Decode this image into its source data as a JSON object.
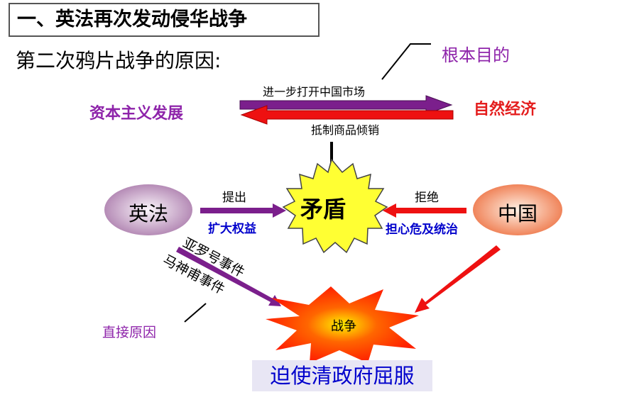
{
  "heading": "一、英法再次发动侵华战争",
  "subheading": "第二次鸦片战争的原因:",
  "root_purpose": "根本目的",
  "left_concept": "资本主义发展",
  "right_concept": "自然经济",
  "top_arrow_label": "进一步打开中国市场",
  "bottom_arrow_label": "抵制商品倾销",
  "center_label": "矛盾",
  "britain_france": {
    "node": "英法",
    "action": "提出",
    "goal": "扩大权益"
  },
  "china": {
    "node": "中国",
    "action": "拒绝",
    "reason": "担心危及统治"
  },
  "incidents": [
    "亚罗号事件",
    "马神甫事件"
  ],
  "direct_cause": "直接原因",
  "war": "战争",
  "result": "迫使清政府屈服",
  "colors": {
    "purple": "#8e24aa",
    "red": "#e41d1d",
    "blue": "#0000cc",
    "star_yellow": "#ffff33",
    "war_red": "#ff3300"
  }
}
